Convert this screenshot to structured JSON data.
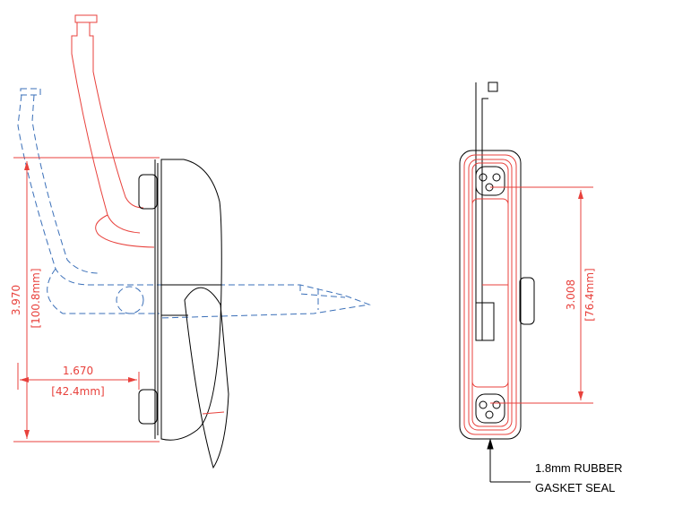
{
  "colors": {
    "outline": "#000000",
    "dimension": "#e8413c",
    "phantom": "#3a6fb8",
    "background": "#ffffff"
  },
  "side_view": {
    "dimensions": {
      "overall_height": "3.970",
      "overall_height_mm": "[100.8mm]",
      "handle_offset": "1.670",
      "handle_offset_mm": "[42.4mm]"
    }
  },
  "front_view": {
    "dimensions": {
      "hole_spacing": "3.008",
      "hole_spacing_mm": "[76.4mm]"
    },
    "note": {
      "line1": "1.8mm  RUBBER",
      "line2": "GASKET SEAL"
    }
  }
}
